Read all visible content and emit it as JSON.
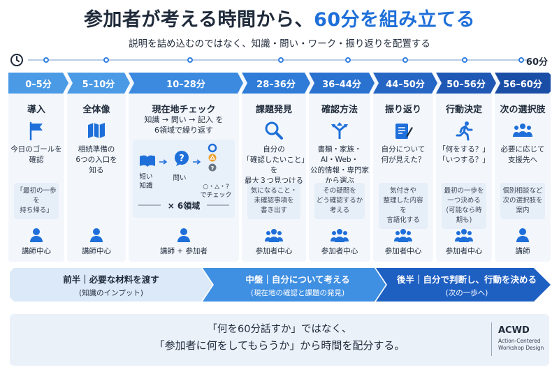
{
  "header": {
    "title_part1": "参加者が考える時間から、",
    "title_accent": "60分を組み立てる",
    "subtitle": "説明を詰め込むのではなく、知識・問い・ワーク・振り返りを配置する"
  },
  "timeline": {
    "end_label": "60分"
  },
  "colors": {
    "chevrons": [
      "#4a9ae6",
      "#4a9ae6",
      "#3b8ae0",
      "#2f7cd8",
      "#2a72d0",
      "#2565c4",
      "#1f58b4",
      "#1a4ea6"
    ],
    "accent": "#1e6fd9",
    "panel_bg": "#f3f7fc",
    "note_bg": "#e6eef8"
  },
  "stages": [
    {
      "time": "0–5分",
      "title": "導入",
      "icon": "flag-icon",
      "desc": "今日のゴールを\n確認",
      "note": "「最初の一歩を\n持ち帰る」",
      "role_icon": "person-icon",
      "role": "講師中心"
    },
    {
      "time": "5–10分",
      "title": "全体像",
      "icon": "map-icon",
      "desc": "相続準備の\n6つの入口を\n知る",
      "note": "",
      "role_icon": "person-icon",
      "role": "講師中心"
    },
    {
      "time": "10–28分",
      "title": "現在地チェック",
      "icon": "cycle-icon",
      "desc": "知識 → 問い → 記入 を\n6領域で繰り返す",
      "role_icon": "person-group-icon",
      "role": "講師 + 参加者",
      "cycle": {
        "step1": "短い\n知識",
        "step2": "問い",
        "step3": "○・△・?\nでチェック",
        "multiplier": "× 6領域"
      }
    },
    {
      "time": "28–36分",
      "title": "課題発見",
      "icon": "search-icon",
      "desc": "自分の\n「確認したいこと」を\n最大３つ見つける",
      "note": "気になること・\n未確認事項を\n書き出す",
      "role_icon": "group-icon",
      "role": "参加者中心"
    },
    {
      "time": "36–44分",
      "title": "確認方法",
      "icon": "directions-icon",
      "desc": "書類・家族・\nAI・Web・\n公的情報・専門家\nから選ぶ",
      "note": "その疑問を\nどう確認するか\n考える",
      "role_icon": "group-icon",
      "role": "参加者中心"
    },
    {
      "time": "44–50分",
      "title": "振り返り",
      "icon": "note-icon",
      "desc": "自分について\n何が見えた？",
      "note": "気付きや\n整理した内容を\n言語化する",
      "role_icon": "group-icon",
      "role": "参加者中心"
    },
    {
      "time": "50–56分",
      "title": "行動決定",
      "icon": "runner-icon",
      "desc": "「何をする？」\n「いつする？」",
      "note": "最初の一歩を\n一つ決める\n(可能なら時期も)",
      "role_icon": "group-icon",
      "role": "参加者中心"
    },
    {
      "time": "56–60分",
      "title": "次の選択肢",
      "icon": "group-icon",
      "desc": "必要に応じて\n支援先へ",
      "note": "個別相談など\n次の選択肢を\n案内",
      "role_icon": "person-icon",
      "role": "講師"
    }
  ],
  "phases": [
    {
      "line1": "前半｜必要な材料を渡す",
      "line2": "(知識のインプット)"
    },
    {
      "line1": "中盤｜自分について考える",
      "line2": "(現在地の確認と課題の発見)"
    },
    {
      "line1": "後半｜自分で判断し、行動を決める",
      "line2": "(次の一歩へ)"
    }
  ],
  "footer": {
    "line1": "「何を60分話すか」ではなく、",
    "line2": "「参加者に何をしてもらうか」から時間を配分する。",
    "brand": "ACWD",
    "brand_sub": "Action-Centered\nWorkshop Design"
  }
}
